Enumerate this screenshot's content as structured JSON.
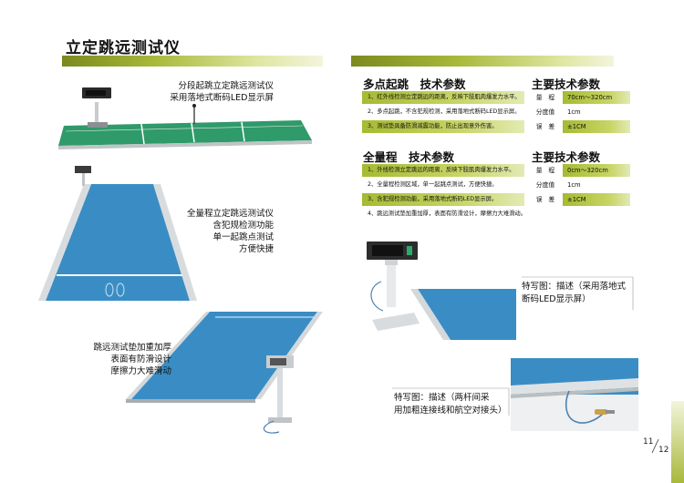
{
  "page": {
    "title": "立定跳远测试仪",
    "number": "11",
    "total": "12"
  },
  "left": {
    "caption1": [
      "分段起跳立定跳远测试仪",
      "采用落地式断码LED显示屏"
    ],
    "caption2": [
      "全量程立定跳远测试仪",
      "含犯规检测功能",
      "单一起跳点测试",
      "方便快捷"
    ],
    "caption3": [
      "跳远测试垫加重加厚",
      "表面有防滑设计",
      "摩擦力大难滑动"
    ]
  },
  "section1": {
    "title": "多点起跳　技术参数",
    "items": [
      "1、红外线检测立定跳远的距离，反映下肢肌肉爆发力水平。",
      "2、多点起跳，不含犯规检测，采用落地式断码LED显示屏。",
      "3、测试垫具备防滑减震功能，防止出现意外伤害。"
    ],
    "spec_title": "主要技术参数",
    "specs": [
      {
        "label": "量　程",
        "value": "70cm～320cm"
      },
      {
        "label": "分度值",
        "value": "1cm"
      },
      {
        "label": "误　差",
        "value": "±1CM"
      }
    ]
  },
  "section2": {
    "title": "全量程　技术参数",
    "items": [
      "1、外线检测立定跳远的距离，反映下肢肌肉爆发力水平。",
      "2、全量程检测区域，单一起跳点测试，方便快捷。",
      "3、含犯规检测功能，采用落地式断码LED显示屏。",
      "4、跳远测试垫加重加厚，表面有防滑设计，摩擦力大难滑动。"
    ],
    "spec_title": "主要技术参数",
    "specs": [
      {
        "label": "量　程",
        "value": "0cm～320cm"
      },
      {
        "label": "分度值",
        "value": "1cm"
      },
      {
        "label": "误　差",
        "value": "±1CM"
      }
    ]
  },
  "photos": {
    "caption1": [
      "特写图：描述（采用落地式",
      "断码LED显示屏）"
    ],
    "caption2": [
      "特写图：描述（两杆间采",
      "用加粗连接线和航空对接头）"
    ]
  },
  "colors": {
    "accent_green": "#a6ba32",
    "mat_green": "#2f9a6a",
    "mat_blue": "#3a8dc4"
  }
}
